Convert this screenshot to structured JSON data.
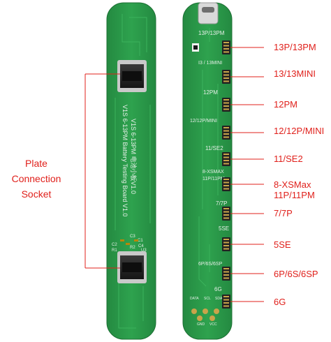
{
  "left_callout": {
    "line1": "Plate Connection",
    "line2": "Socket"
  },
  "right_callouts": [
    {
      "label": "13P/13PM"
    },
    {
      "label": "13/13MINI"
    },
    {
      "label": "12PM"
    },
    {
      "label": "12/12P/MINI"
    },
    {
      "label": "11/SE2"
    },
    {
      "label": "8-XSMax\n11P/11PM"
    },
    {
      "label": "7/7P"
    },
    {
      "label": "5SE"
    },
    {
      "label": "6P/6S/6SP"
    },
    {
      "label": "6G"
    }
  ],
  "left_board": {
    "silkscreen_line1": "V1S 6-13PM 电池小板V1.0",
    "silkscreen_line2": "V1S 6-13PM Battery Testing Board V1.0",
    "component_labels": [
      "C2",
      "C1",
      "R1",
      "R2",
      "C3",
      "C4",
      "U3"
    ]
  },
  "right_board": {
    "silk_labels": [
      "13P/13PM",
      "I3 / 13MINI",
      "12PM",
      "12/12P/MINI",
      "11/SE2",
      "8-XSMAX",
      "11P/11PM",
      "7/7P",
      "5SE",
      "6P/6S/6SP",
      "6G"
    ],
    "pin_labels_top": [
      "DATA",
      "SCL",
      "SDA"
    ],
    "pin_labels_bottom": [
      "GND",
      "VCC"
    ]
  },
  "colors": {
    "pcb": "#2d9b4a",
    "pcb_dark": "#1f7a38",
    "callout": "#e0201b",
    "silk": "#e6efe8",
    "gold": "#c9a44a"
  }
}
